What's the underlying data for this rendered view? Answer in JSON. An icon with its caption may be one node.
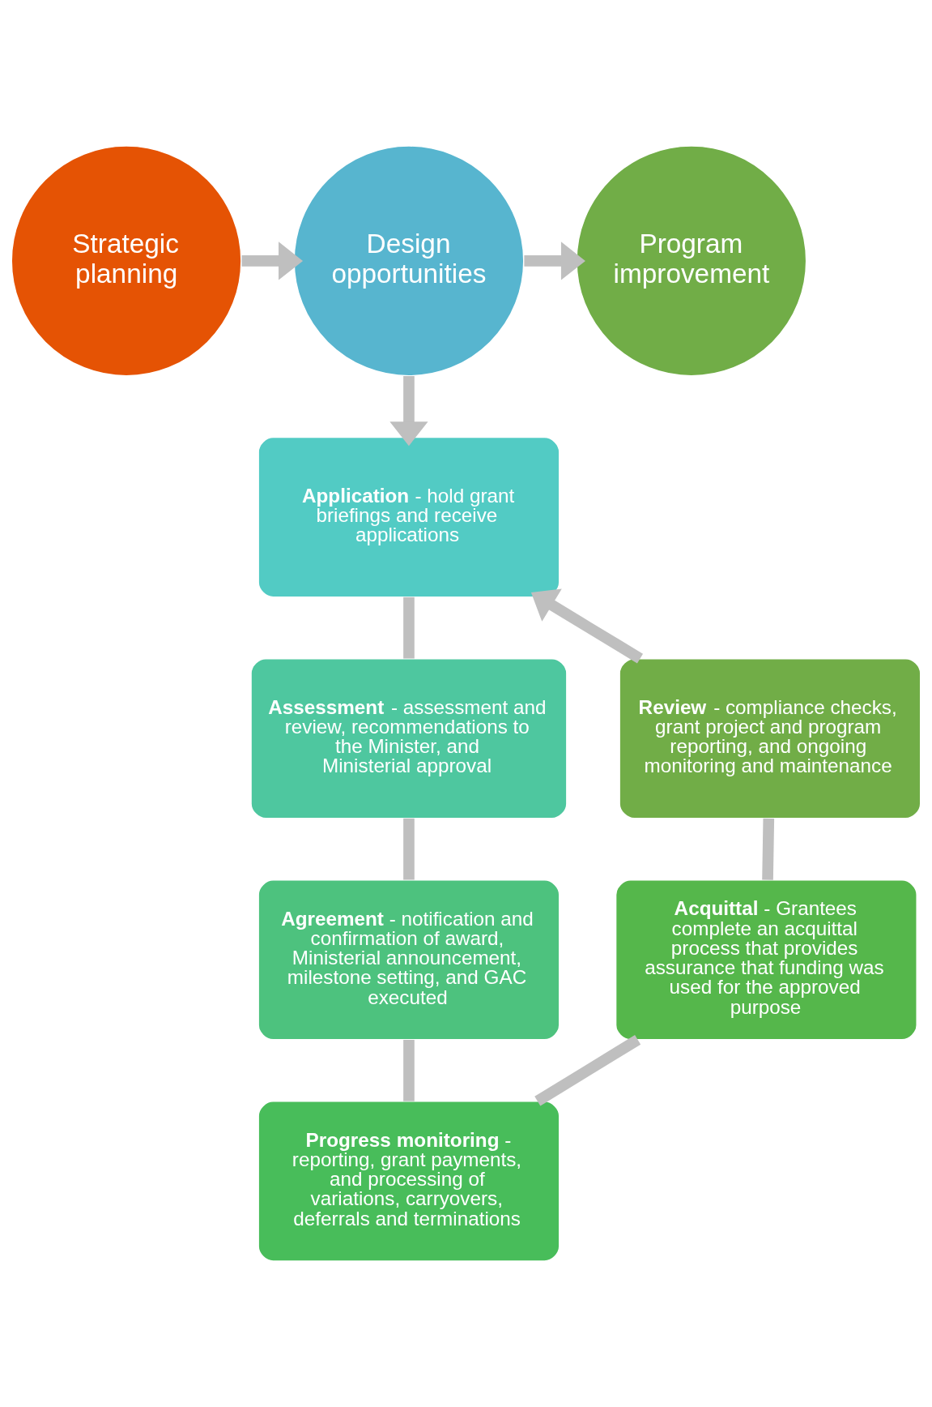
{
  "diagram": {
    "nodes": [
      {
        "text": [
          "Strategic planning"
        ]
      },
      {
        "text": [
          "Design opportunities"
        ]
      },
      {
        "text": [
          "Program improvement"
        ]
      },
      {
        "text": [
          "**Application** - hold grant briefings and receive applications"
        ]
      },
      {
        "text": [
          "**Assessment** - assessment and review, recommendations to the Minister, and Ministerial approval"
        ]
      },
      {
        "text": [
          "**Agreement** - notification and confirmation of award, Ministerial announcement, milestone setting, and GAC executed"
        ]
      },
      {
        "text": [
          "**Progress monitoring** - reporting, grant payments, and processing of variations, carryovers, deferrals and terminations"
        ]
      },
      {
        "text": [
          "**Acquittal** - Grantees complete an acquittal process that provides assurance that funding was used for the approved purpose"
        ]
      },
      {
        "text": [
          "**Review** - compliance checks, grant project and program reporting, and ongoing monitoring and maintenance"
        ]
      }
    ],
    "edges": [
      {
        "from": 0,
        "to": 1,
        "arrow": "to"
      },
      {
        "from": 1,
        "to": 2,
        "arrow": "to"
      },
      {
        "from": 1,
        "to": 3,
        "arrow": "to"
      },
      {
        "from": 3,
        "to": 4,
        "arrow": "none"
      },
      {
        "from": 4,
        "to": 5,
        "arrow": "none"
      },
      {
        "from": 5,
        "to": 6,
        "arrow": "none"
      },
      {
        "from": 6,
        "to": 7,
        "arrow": "none"
      },
      {
        "from": 7,
        "to": 8,
        "arrow": "none"
      },
      {
        "from": 8,
        "to": 3,
        "arrow": "to"
      }
    ]
  }
}
